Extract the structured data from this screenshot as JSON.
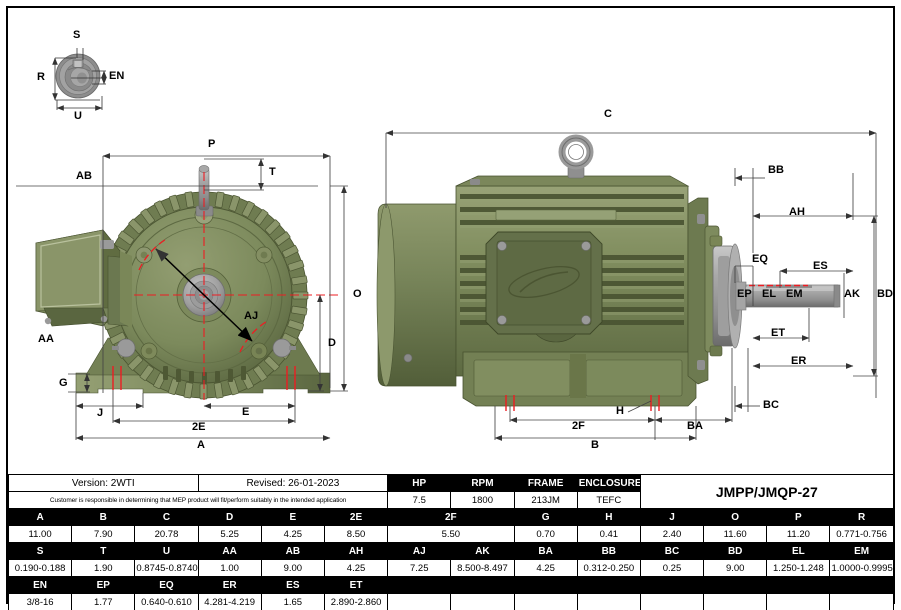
{
  "title_block": {
    "version_label": "Version: 2WTI",
    "revised_label": "Revised: 26-01-2023",
    "disclaimer": "Customer is responsible in determining that MEP product will fit/perform suitably in the intended application",
    "part_number": "JMPP/JMQP-27",
    "rating_headers": [
      "HP",
      "RPM",
      "FRAME",
      "ENCLOSURE"
    ],
    "rating_values": [
      "7.5",
      "1800",
      "213JM",
      "TEFC"
    ]
  },
  "dimension_table": {
    "row1_headers": [
      "A",
      "B",
      "C",
      "D",
      "E",
      "2E",
      "2F",
      "G",
      "H",
      "J",
      "O",
      "P",
      "R"
    ],
    "row1_values": [
      "11.00",
      "7.90",
      "20.78",
      "5.25",
      "4.25",
      "8.50",
      "5.50",
      "0.70",
      "0.41",
      "2.40",
      "11.60",
      "11.20",
      "0.771-0.756"
    ],
    "row2_headers": [
      "S",
      "T",
      "U",
      "AA",
      "AB",
      "AH",
      "AJ",
      "AK",
      "BA",
      "BB",
      "BC",
      "BD",
      "EL",
      "EM"
    ],
    "row2_values": [
      "0.190-0.188",
      "1.90",
      "0.8745-0.8740",
      "1.00",
      "9.00",
      "4.25",
      "7.25",
      "8.500-8.497",
      "4.25",
      "0.312-0.250",
      "0.25",
      "9.00",
      "1.250-1.248",
      "1.0000-0.9995"
    ],
    "row3_headers": [
      "EN",
      "EP",
      "EQ",
      "ER",
      "ES",
      "ET",
      "",
      "",
      "",
      "",
      "",
      "",
      "",
      ""
    ],
    "row3_values": [
      "3/8-16",
      "1.77",
      "0.640-0.610",
      "4.281-4.219",
      "1.65",
      "2.890-2.860",
      "",
      "",
      "",
      "",
      "",
      "",
      "",
      ""
    ]
  },
  "callouts": {
    "detail_shaft_end": [
      "S",
      "R",
      "EN",
      "U"
    ],
    "front_view": [
      "P",
      "T",
      "AB",
      "AA",
      "AJ",
      "O",
      "D",
      "G",
      "J",
      "E",
      "2E",
      "A"
    ],
    "side_view": [
      "C",
      "BB",
      "AH",
      "EQ",
      "ES",
      "EP",
      "EL",
      "EM",
      "AK",
      "BD",
      "ET",
      "ER",
      "BC",
      "H",
      "2F",
      "BA",
      "B"
    ]
  },
  "labels": {
    "S": "S",
    "R": "R",
    "EN": "EN",
    "U": "U",
    "P": "P",
    "T": "T",
    "AB": "AB",
    "AA": "AA",
    "AJ": "AJ",
    "O": "O",
    "D": "D",
    "G": "G",
    "J": "J",
    "E": "E",
    "E2": "2E",
    "A": "A",
    "C": "C",
    "BB": "BB",
    "AH": "AH",
    "EQ": "EQ",
    "ES": "ES",
    "EP": "EP",
    "EL": "EL",
    "EM": "EM",
    "AK": "AK",
    "BD": "BD",
    "ET": "ET",
    "ER": "ER",
    "BC": "BC",
    "H": "H",
    "F2": "2F",
    "BA": "BA",
    "B": "B"
  },
  "colors": {
    "motor_green_light": "#8a9468",
    "motor_green": "#7b8a5c",
    "motor_green_mid": "#6d7a51",
    "motor_green_dark": "#4e5838",
    "motor_green_darkest": "#3c4429",
    "metal_gray": "#9a9a9a",
    "metal_gray_dark": "#6e6e6e",
    "metal_gray_light": "#c0c0c0",
    "centerline_red": "#ee1c22",
    "dimension_line": "#444444",
    "border_black": "#000000"
  }
}
